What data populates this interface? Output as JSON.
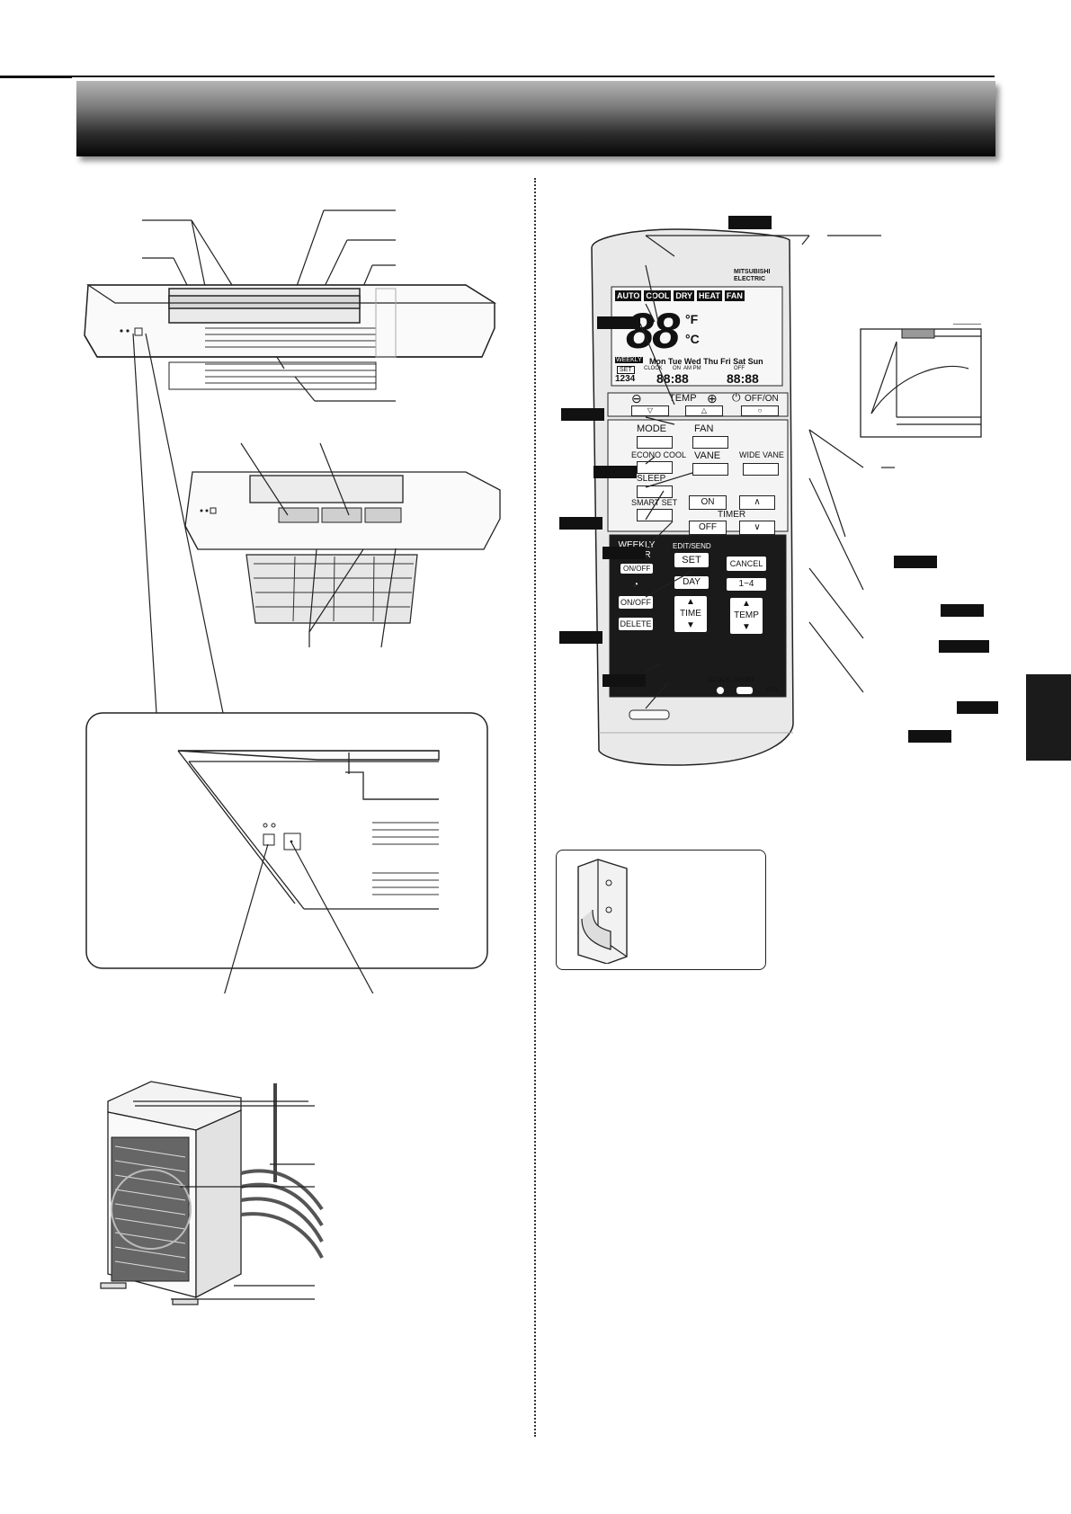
{
  "remote": {
    "brand": "MITSUBISHI ELECTRIC",
    "display": {
      "modes": [
        "AUTO",
        "COOL",
        "DRY",
        "HEAT",
        "FAN"
      ],
      "digits": "88",
      "unit_f": "°F",
      "unit_c": "°C",
      "days": "Mon Tue Wed Thu Fri Sat Sun",
      "weekly_tag": "WEEKLY",
      "set_tag": "SET",
      "timer_digits_left": "88:88",
      "timer_digits_right": "88:88",
      "ampm": "AM PM",
      "clock_label": "CLOCK",
      "on_label": "ON",
      "off_label": "OFF",
      "slots": "1234"
    },
    "buttons": {
      "temp": "TEMP",
      "off_on": "OFF/ON",
      "mode": "MODE",
      "fan": "FAN",
      "econo_cool": "ECONO COOL",
      "vane": "VANE",
      "wide_vane": "WIDE VANE",
      "sleep": "SLEEP",
      "smart_set": "SMART SET",
      "timer": "TIMER",
      "timer_on": "ON",
      "timer_off": "OFF",
      "weekly_timer": "WEEKLY",
      "weekly_timer_2": "TIMER",
      "weekly_on_off": "ON/OFF",
      "edit_send": "EDIT/SEND",
      "set": "SET",
      "cancel": "CANCEL",
      "day": "DAY",
      "one_four": "1~4",
      "on_off": "ON/OFF",
      "delete": "DELETE",
      "time": "TIME",
      "temp2": "TEMP",
      "clock": "CLOCK",
      "reset": "RESET"
    }
  }
}
